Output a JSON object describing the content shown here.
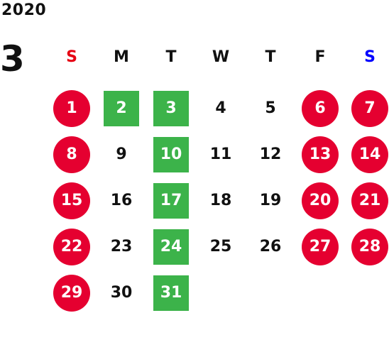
{
  "calendar": {
    "year": "2020",
    "month": "3",
    "weekdays": [
      {
        "label": "S",
        "kind": "sun"
      },
      {
        "label": "M",
        "kind": "normal"
      },
      {
        "label": "T",
        "kind": "normal"
      },
      {
        "label": "W",
        "kind": "normal"
      },
      {
        "label": "T",
        "kind": "normal"
      },
      {
        "label": "F",
        "kind": "normal"
      },
      {
        "label": "S",
        "kind": "sat"
      }
    ],
    "weeks": [
      [
        {
          "d": "1",
          "style": "holiday"
        },
        {
          "d": "2",
          "style": "green"
        },
        {
          "d": "3",
          "style": "green"
        },
        {
          "d": "4",
          "style": "normal"
        },
        {
          "d": "5",
          "style": "normal"
        },
        {
          "d": "6",
          "style": "holiday"
        },
        {
          "d": "7",
          "style": "holiday"
        }
      ],
      [
        {
          "d": "8",
          "style": "holiday"
        },
        {
          "d": "9",
          "style": "normal"
        },
        {
          "d": "10",
          "style": "green"
        },
        {
          "d": "11",
          "style": "normal"
        },
        {
          "d": "12",
          "style": "normal"
        },
        {
          "d": "13",
          "style": "holiday"
        },
        {
          "d": "14",
          "style": "holiday"
        }
      ],
      [
        {
          "d": "15",
          "style": "holiday"
        },
        {
          "d": "16",
          "style": "normal"
        },
        {
          "d": "17",
          "style": "green"
        },
        {
          "d": "18",
          "style": "normal"
        },
        {
          "d": "19",
          "style": "normal"
        },
        {
          "d": "20",
          "style": "holiday"
        },
        {
          "d": "21",
          "style": "holiday"
        }
      ],
      [
        {
          "d": "22",
          "style": "holiday"
        },
        {
          "d": "23",
          "style": "normal"
        },
        {
          "d": "24",
          "style": "green"
        },
        {
          "d": "25",
          "style": "normal"
        },
        {
          "d": "26",
          "style": "normal"
        },
        {
          "d": "27",
          "style": "holiday"
        },
        {
          "d": "28",
          "style": "holiday"
        }
      ],
      [
        {
          "d": "29",
          "style": "holiday"
        },
        {
          "d": "30",
          "style": "normal"
        },
        {
          "d": "31",
          "style": "green"
        }
      ]
    ],
    "colors": {
      "holiday_red": "#e50030",
      "highlight_green": "#3cb34a",
      "sunday_label": "#e60012",
      "saturday_label": "#0000ff"
    }
  }
}
